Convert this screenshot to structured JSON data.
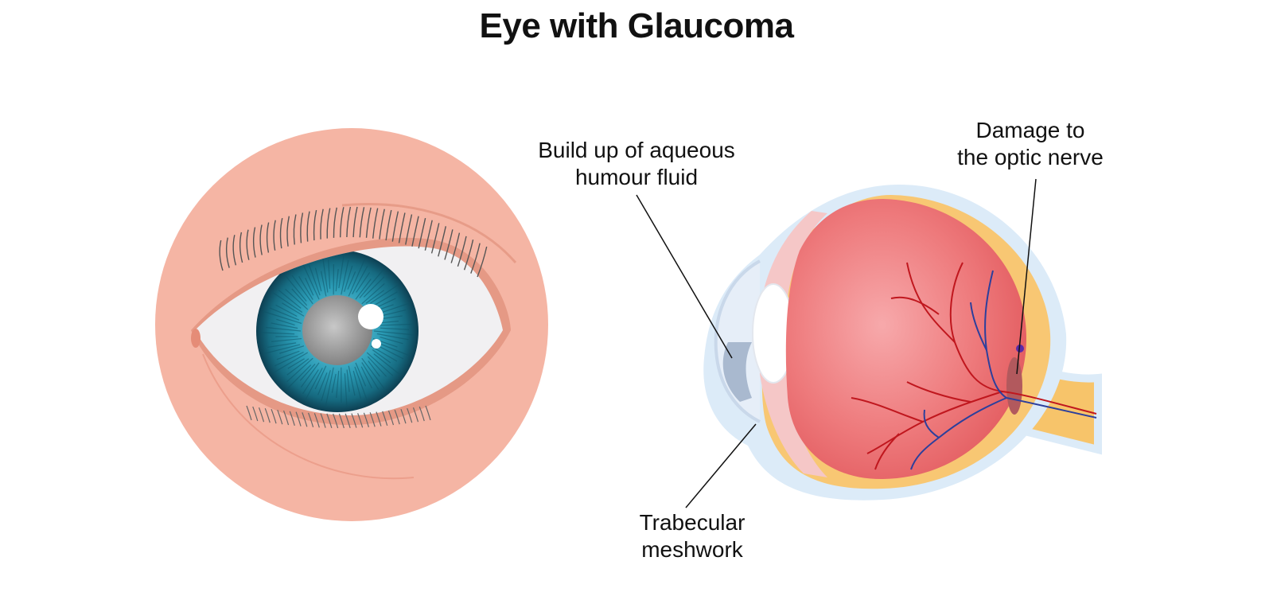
{
  "title": "Eye with Glaucoma",
  "labels": {
    "aqueous": {
      "line1": "Build up of aqueous",
      "line2": "humour fluid"
    },
    "optic": {
      "line1": "Damage to",
      "line2": "the optic nerve"
    },
    "trabecular": {
      "line1": "Trabecular",
      "line2": "meshwork"
    }
  },
  "colors": {
    "skin": "#f5b5a4",
    "iris": "#1d7d93",
    "retina": "#ec7475",
    "sclera_outline": "#dcebf8",
    "optic_nerve": "#f7c46a",
    "artery": "#c0171e",
    "vein": "#2c3f9c"
  },
  "icons": [
    "front-eye-illustration",
    "eye-cross-section-illustration"
  ]
}
